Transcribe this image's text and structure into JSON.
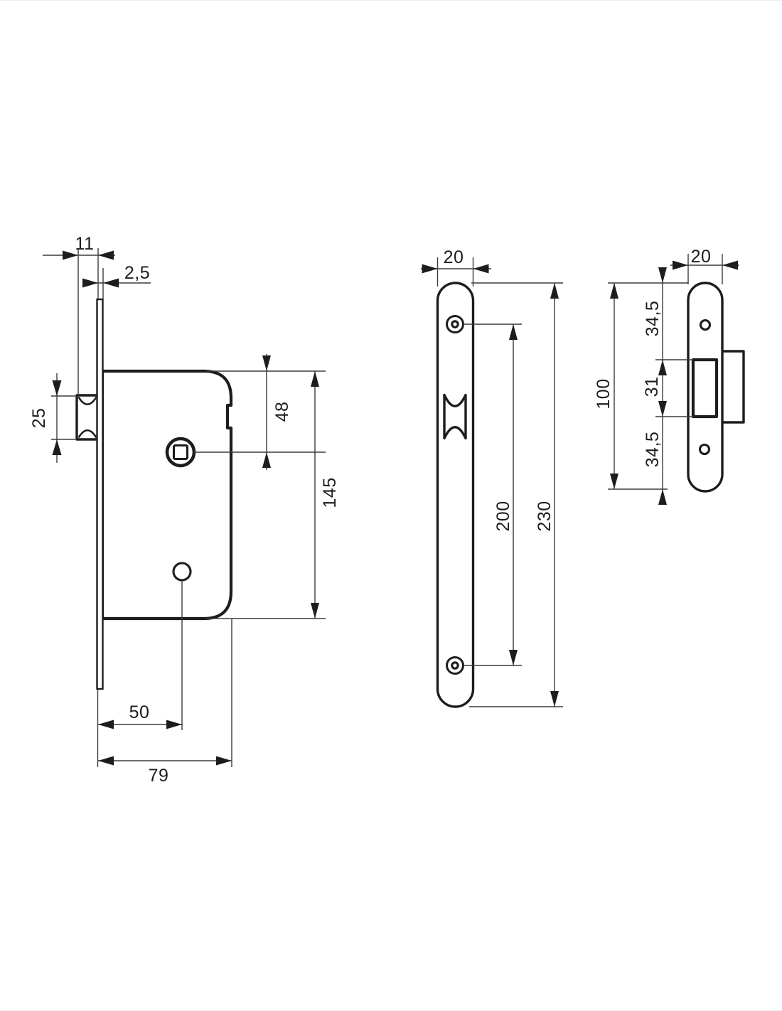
{
  "colors": {
    "line": "#1d1d1b",
    "thin_line": "#3c3c3c",
    "background": "#ffffff"
  },
  "views": {
    "lock_side": {
      "latch_protrusion": "11",
      "faceplate_thickness": "2,5",
      "latch_height": "25",
      "spindle_to_top": "48",
      "case_height": "145",
      "backset": "50",
      "case_depth": "79"
    },
    "faceplate_front": {
      "width": "20",
      "screw_spacing": "200",
      "height": "230"
    },
    "strike_plate": {
      "width": "20",
      "upper_section": "34,5",
      "opening_height": "31",
      "lower_section": "34,5",
      "height": "100"
    }
  }
}
